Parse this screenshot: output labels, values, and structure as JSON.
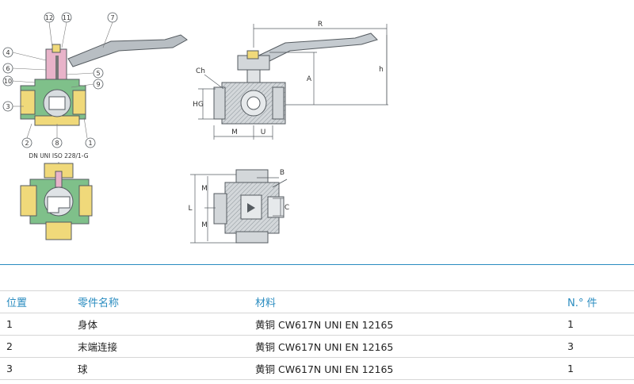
{
  "diagram": {
    "callouts_top": [
      "12",
      "11",
      "7"
    ],
    "callouts_left": [
      "4",
      "6",
      "10",
      "3"
    ],
    "callouts_right": [
      "5",
      "9",
      "1"
    ],
    "callouts_bottom": [
      "2",
      "8"
    ],
    "section_label": "DN UNI ISO 228/1-G",
    "dim_labels": {
      "R": "R",
      "A": "A",
      "h": "h",
      "Ch": "Ch",
      "H": "HG",
      "M": "M",
      "U": "U",
      "B": "B",
      "C": "C",
      "L": "L"
    }
  },
  "table": {
    "headers": [
      "位置",
      "零件名称",
      "材料",
      "N.° 件"
    ],
    "rows": [
      [
        "1",
        "身体",
        "黄铜 CW617N UNI EN 12165",
        "1"
      ],
      [
        "2",
        "末端连接",
        "黄铜 CW617N UNI EN 12165",
        "3"
      ],
      [
        "3",
        "球",
        "黄铜 CW617N UNI EN 12165",
        "1"
      ]
    ]
  },
  "colors": {
    "accent": "#2a8cc0",
    "section_green": "#7fc08a",
    "section_yellow": "#f0d97a",
    "section_pink": "#e8b3c9",
    "steel": "#b0b7bd",
    "line": "#555b60"
  }
}
